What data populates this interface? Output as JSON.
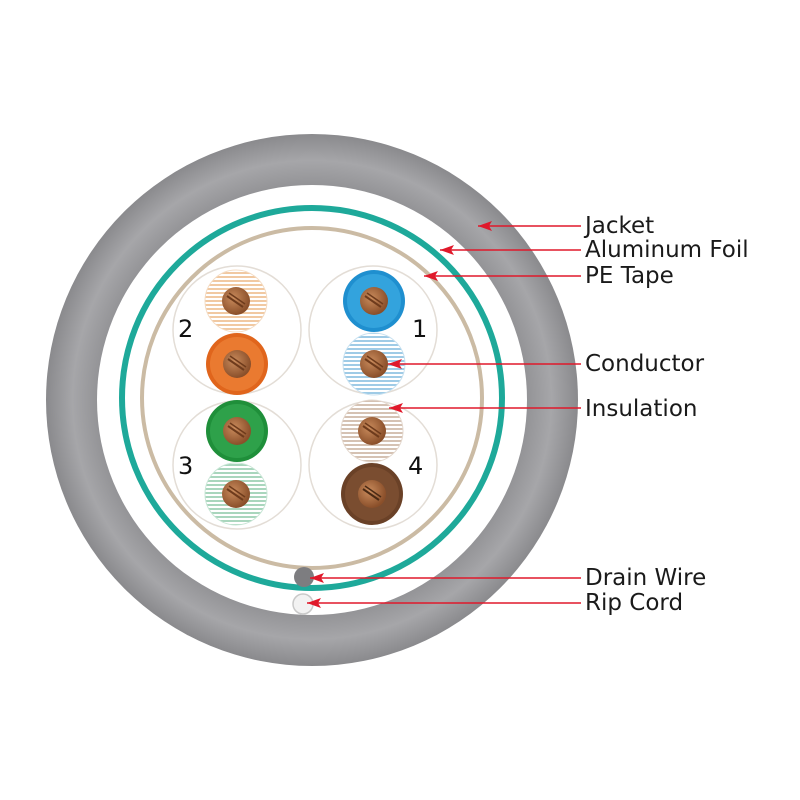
{
  "labels": {
    "jacket": "Jacket",
    "aluminum_foil": "Aluminum Foil",
    "pe_tape": "PE Tape",
    "conductor": "Conductor",
    "insulation": "Insulation",
    "drain_wire": "Drain Wire",
    "rip_cord": "Rip Cord"
  },
  "pairs": [
    {
      "number": "1",
      "wire_a": "blue",
      "wire_b": "blue-white"
    },
    {
      "number": "2",
      "wire_a": "orange-white",
      "wire_b": "orange"
    },
    {
      "number": "3",
      "wire_a": "green",
      "wire_b": "green-white"
    },
    {
      "number": "4",
      "wire_a": "brown-white",
      "wire_b": "brown"
    }
  ],
  "colors": {
    "jacket": "#a3a3a6",
    "aluminum_foil": "#1ea99a",
    "pe_tape": "#cbbba4",
    "pointer": "#e0192b",
    "conductor": "#a8663c",
    "blue": "#1f8fcf",
    "orange": "#e0651c",
    "green": "#1f8f3a",
    "brown": "#6a4127"
  }
}
